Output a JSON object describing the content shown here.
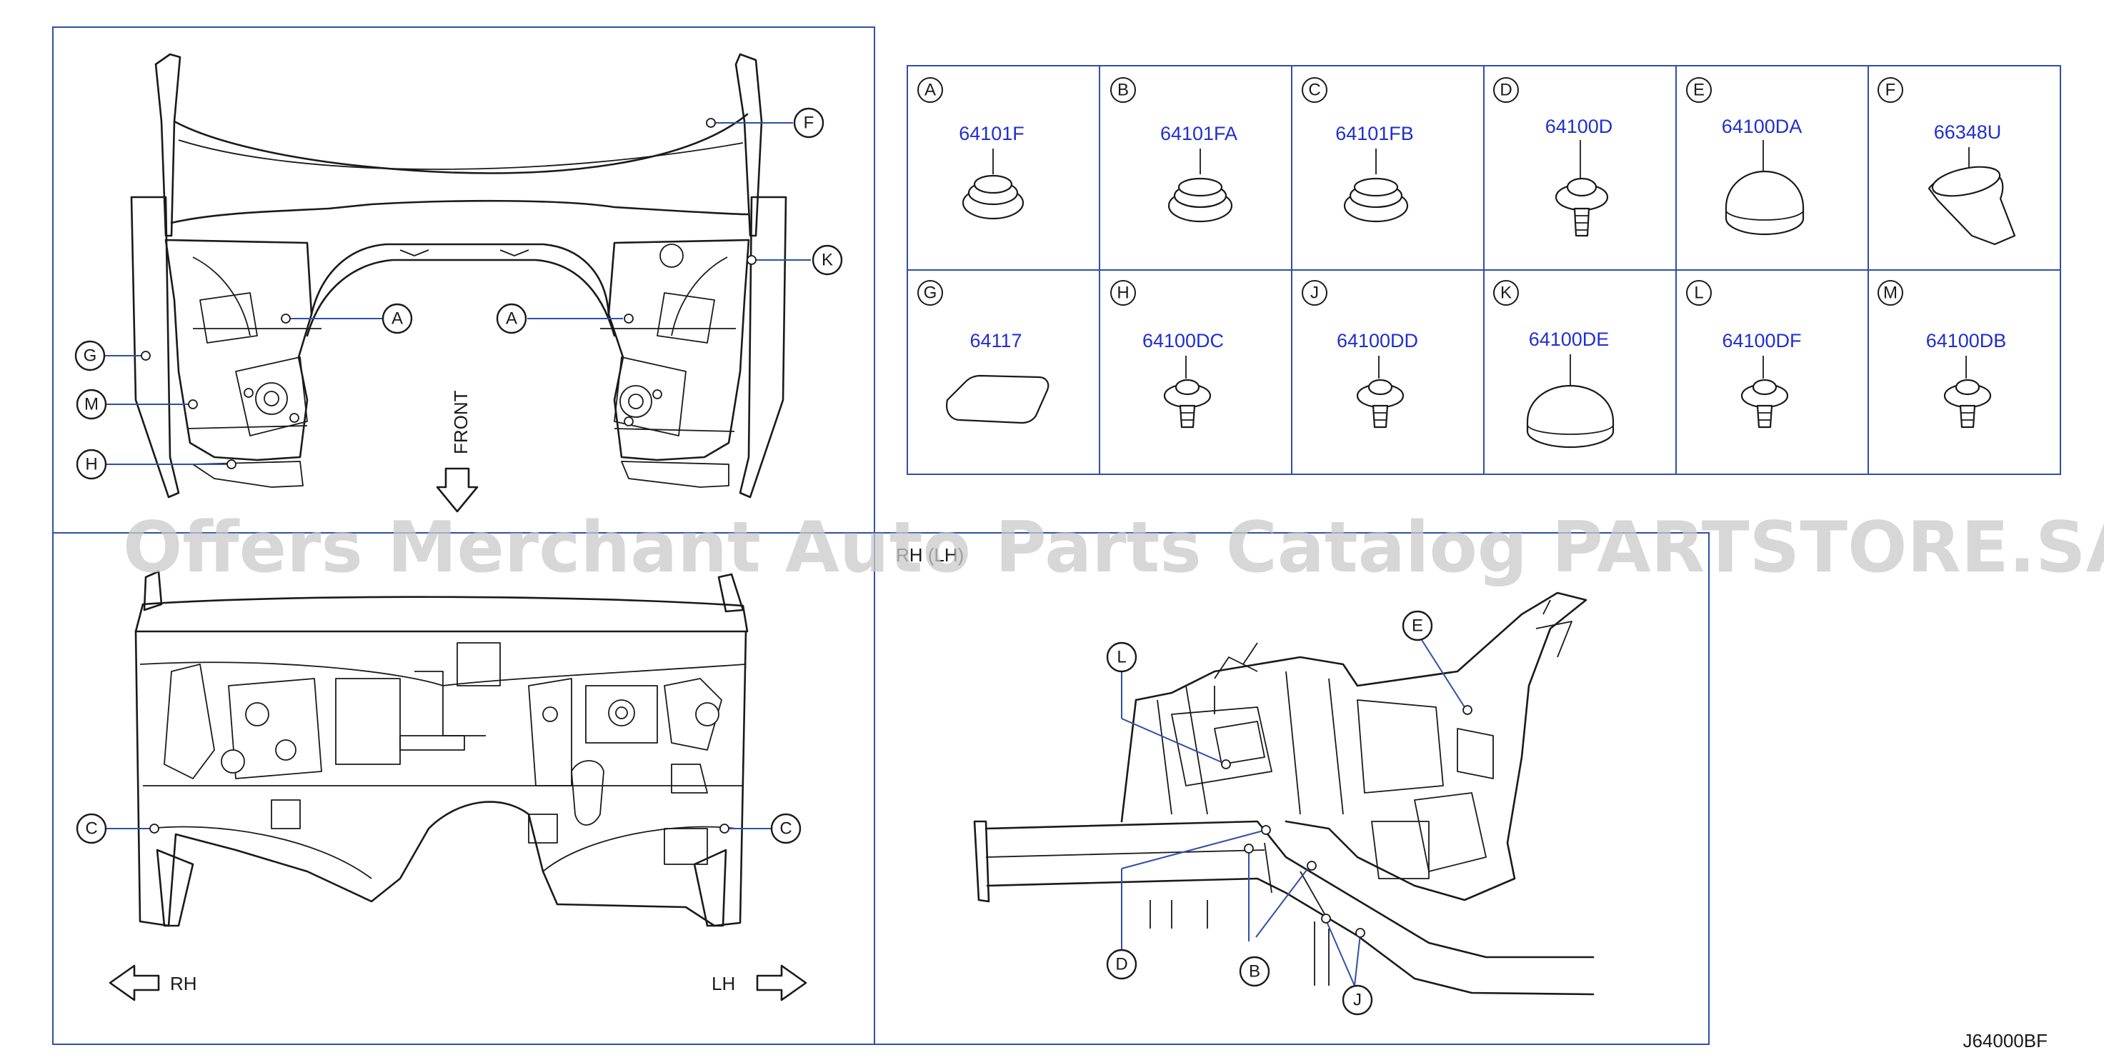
{
  "watermark": "Offers Merchant Auto Parts Catalog PARTSTORE.SA",
  "drawing_code": "J64000BF",
  "direction_labels": {
    "front": "FRONT",
    "rh": "RH",
    "lh": "LH",
    "rh_lh": "RH (LH)"
  },
  "parts_table": [
    {
      "letter": "A",
      "part_number": "64101F"
    },
    {
      "letter": "B",
      "part_number": "64101FA"
    },
    {
      "letter": "C",
      "part_number": "64101FB"
    },
    {
      "letter": "D",
      "part_number": "64100D"
    },
    {
      "letter": "E",
      "part_number": "64100DA"
    },
    {
      "letter": "F",
      "part_number": "66348U"
    },
    {
      "letter": "G",
      "part_number": "64117"
    },
    {
      "letter": "H",
      "part_number": "64100DC"
    },
    {
      "letter": "J",
      "part_number": "64100DD"
    },
    {
      "letter": "K",
      "part_number": "64100DE"
    },
    {
      "letter": "L",
      "part_number": "64100DF"
    },
    {
      "letter": "M",
      "part_number": "64100DB"
    }
  ],
  "callouts": {
    "top_view": [
      "F",
      "K",
      "A",
      "A",
      "G",
      "M",
      "H"
    ],
    "front_view": [
      "C",
      "C"
    ],
    "side_view": [
      "E",
      "L",
      "D",
      "B",
      "J"
    ]
  }
}
